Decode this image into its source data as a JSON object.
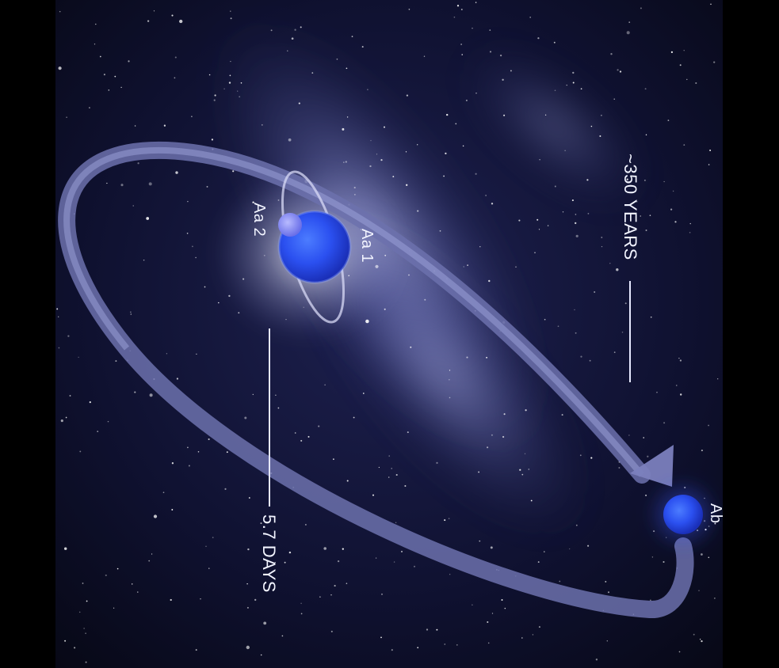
{
  "labels": {
    "aa1": "Aa 1",
    "aa2": "Aa 2",
    "ab": "Ab",
    "long_period": "~350 YEARS",
    "short_period": "5.7 DAYS"
  },
  "colors": {
    "background": "#000000",
    "sky": "#0d0f24",
    "nebula": "#8b92d8",
    "orbit_arrow": "#7378b4",
    "star_blue": "#2f5bff",
    "text": "#f2f4ff"
  }
}
